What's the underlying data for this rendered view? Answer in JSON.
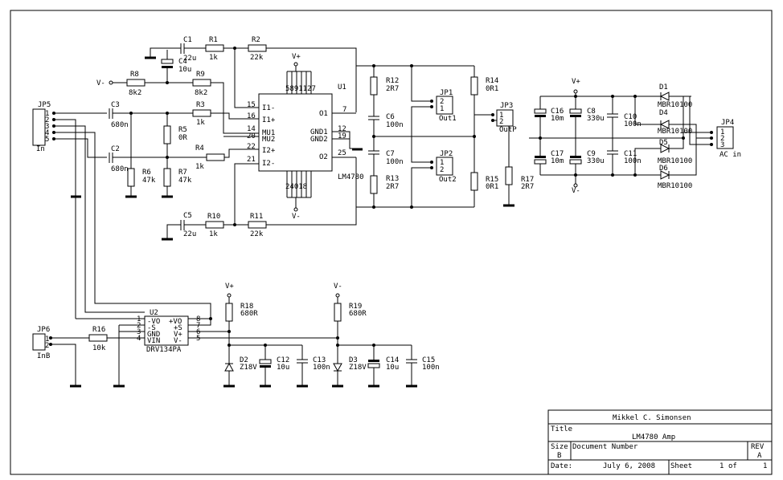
{
  "title_block": {
    "author": "Mikkel C. Simonsen",
    "title_label": "Title",
    "title": "LM4780 Amp",
    "size_label": "Size",
    "size": "B",
    "docnum_label": "Document Number",
    "rev_label": "REV",
    "rev": "A",
    "date_label": "Date:",
    "date": "July  6, 2008",
    "sheet_label": "Sheet",
    "sheet_num": "1",
    "of_label": "of",
    "sheet_total": "1"
  },
  "components": {
    "C1": {
      "ref": "C1",
      "value": "22u"
    },
    "C2": {
      "ref": "C2",
      "value": "680n"
    },
    "C3": {
      "ref": "C3",
      "value": "680n"
    },
    "C4": {
      "ref": "C4",
      "value": "10u"
    },
    "C5": {
      "ref": "C5",
      "value": "22u"
    },
    "C6": {
      "ref": "C6",
      "value": "100n"
    },
    "C7": {
      "ref": "C7",
      "value": "100n"
    },
    "C8": {
      "ref": "C8",
      "value": "330u"
    },
    "C9": {
      "ref": "C9",
      "value": "330u"
    },
    "C10": {
      "ref": "C10",
      "value": "100n"
    },
    "C11": {
      "ref": "C11",
      "value": "100n"
    },
    "C12": {
      "ref": "C12",
      "value": "10u"
    },
    "C13": {
      "ref": "C13",
      "value": "100n"
    },
    "C14": {
      "ref": "C14",
      "value": "10u"
    },
    "C15": {
      "ref": "C15",
      "value": "100n"
    },
    "C16": {
      "ref": "C16",
      "value": "10m"
    },
    "C17": {
      "ref": "C17",
      "value": "10m"
    },
    "R1": {
      "ref": "R1",
      "value": "1k"
    },
    "R2": {
      "ref": "R2",
      "value": "22k"
    },
    "R3": {
      "ref": "R3",
      "value": "1k"
    },
    "R4": {
      "ref": "R4",
      "value": "1k"
    },
    "R5": {
      "ref": "R5",
      "value": "0R"
    },
    "R6": {
      "ref": "R6",
      "value": "47k"
    },
    "R7": {
      "ref": "R7",
      "value": "47k"
    },
    "R8": {
      "ref": "R8",
      "value": "8k2"
    },
    "R9": {
      "ref": "R9",
      "value": "8k2"
    },
    "R10": {
      "ref": "R10",
      "value": "1k"
    },
    "R11": {
      "ref": "R11",
      "value": "22k"
    },
    "R12": {
      "ref": "R12",
      "value": "2R7"
    },
    "R13": {
      "ref": "R13",
      "value": "2R7"
    },
    "R14": {
      "ref": "R14",
      "value": "0R1"
    },
    "R15": {
      "ref": "R15",
      "value": "0R1"
    },
    "R16": {
      "ref": "R16",
      "value": "10k"
    },
    "R17": {
      "ref": "R17",
      "value": "2R7"
    },
    "R18": {
      "ref": "R18",
      "value": "680R"
    },
    "R19": {
      "ref": "R19",
      "value": "680R"
    },
    "D1": {
      "ref": "D1",
      "value": "MBR10100"
    },
    "D4": {
      "ref": "D4",
      "value": "MBR10100"
    },
    "D5": {
      "ref": "D5",
      "value": "MBR10100"
    },
    "D6": {
      "ref": "D6",
      "value": "MBR10100"
    },
    "D2": {
      "ref": "D2",
      "value": "Z18V"
    },
    "D3": {
      "ref": "D3",
      "value": "Z18V"
    },
    "U1": {
      "ref": "U1",
      "value": "LM4780"
    },
    "U2": {
      "ref": "U2",
      "value": "DRV134PA"
    },
    "JP1": {
      "ref": "JP1",
      "value": "Out1"
    },
    "JP2": {
      "ref": "JP2",
      "value": "Out2"
    },
    "JP3": {
      "ref": "JP3",
      "value": "OutP"
    },
    "JP4": {
      "ref": "JP4",
      "value": "AC in"
    },
    "JP5": {
      "ref": "JP5",
      "value": "In"
    },
    "JP6": {
      "ref": "JP6",
      "value": "InB"
    }
  },
  "u1_pins": {
    "in1n": "I1-",
    "in1p": "I1+",
    "mu1": "MU1",
    "mu2": "MU2",
    "in2p": "I2+",
    "in2n": "I2-",
    "o1": "O1",
    "gnd1": "GND1",
    "gnd2": "GND2",
    "o2": "O2",
    "p15": "15",
    "p16": "16",
    "p14": "14",
    "p20": "20",
    "p22": "22",
    "p21": "21",
    "p7": "7",
    "p12": "12",
    "p19": "19",
    "p25": "25",
    "vplus_pins": "5891127",
    "vminus_pins": "24018"
  },
  "u2_pins": {
    "vom": "-VO",
    "vop": "+VO",
    "sm": "-S",
    "sp": "+S",
    "gnd": "GND",
    "vp": "V+",
    "vin": "VIN",
    "vm": "V-",
    "p1": "1",
    "p2": "2",
    "p3": "3",
    "p4": "4",
    "p8": "8",
    "p7": "7",
    "p6": "6",
    "p5": "5"
  },
  "jp_pins": {
    "one": "1",
    "two": "2",
    "three": "3",
    "four": "4",
    "five": "5"
  },
  "nets": {
    "vplus": "V+",
    "vminus": "V-"
  }
}
